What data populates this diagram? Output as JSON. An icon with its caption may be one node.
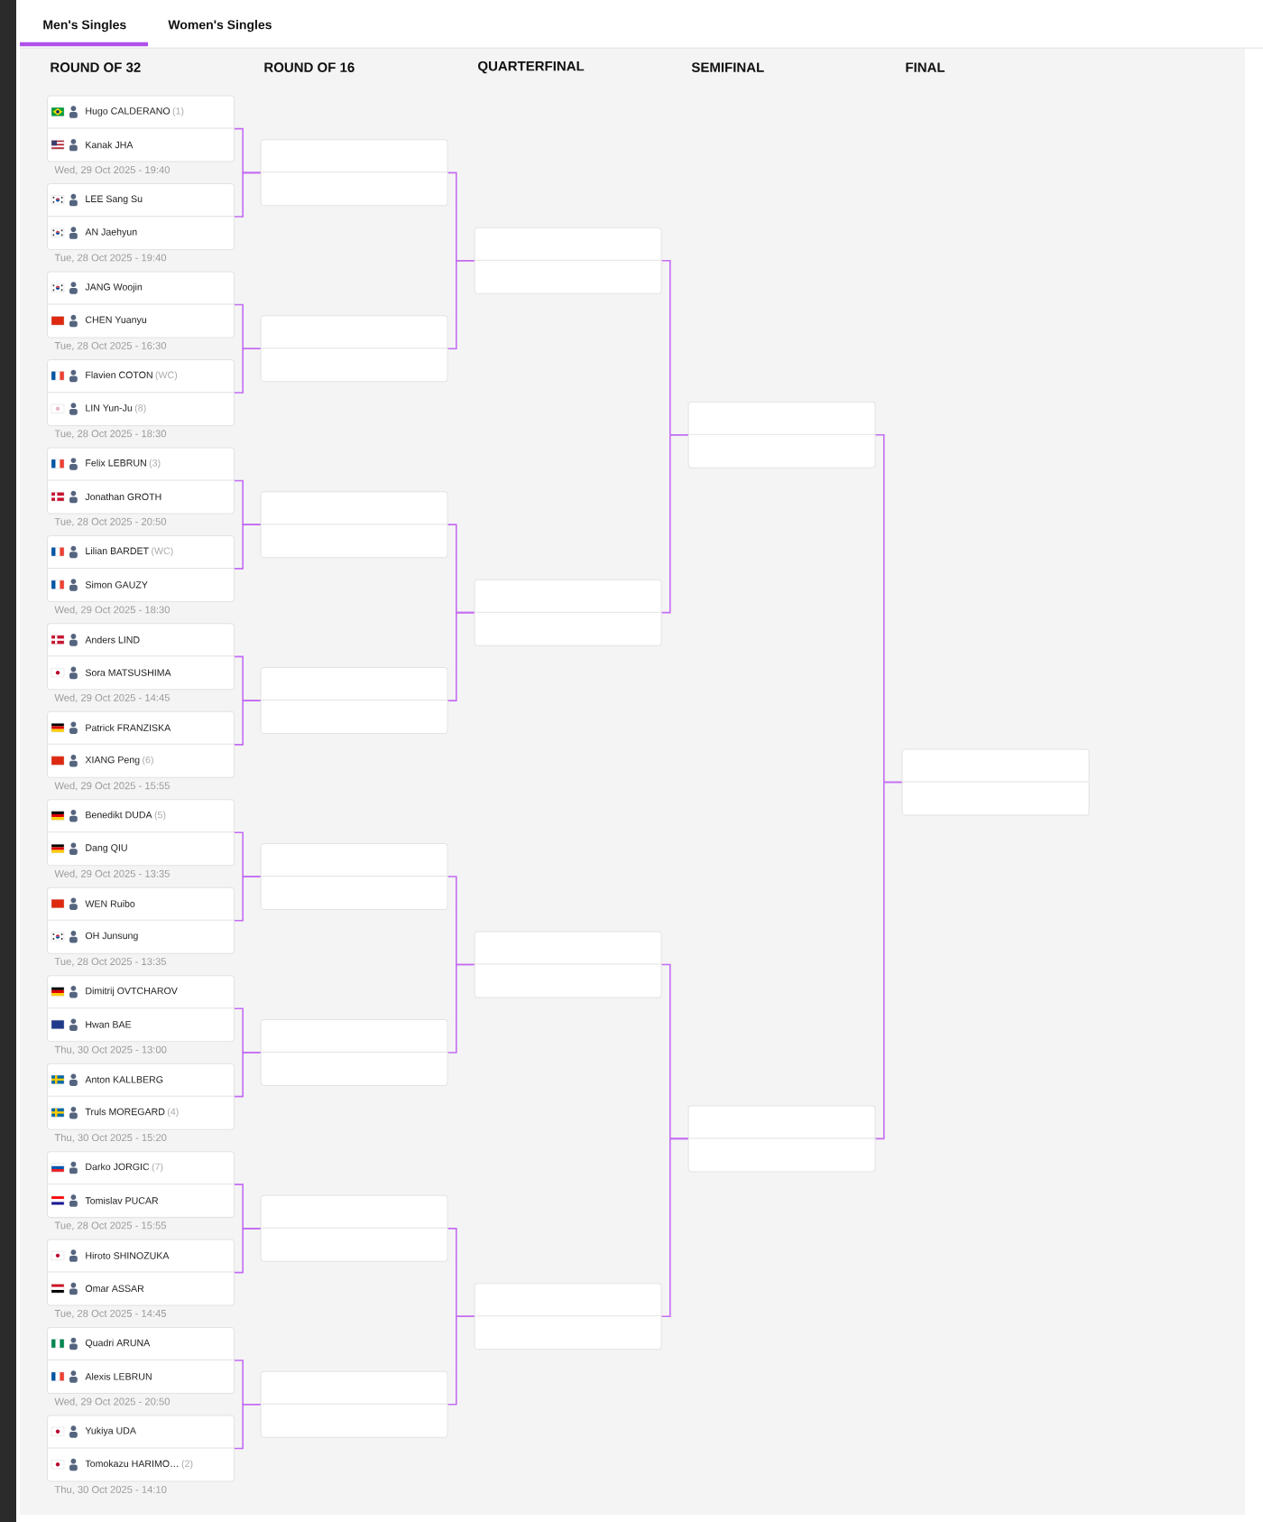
{
  "diagram": {
    "nodes": [
      {
        "text": [],
        "shape": "box",
        "beside": [
          "Wed, 29 Oct 2025 - 19:40"
        ]
      },
      {
        "text": [
          "Hugo CALDERANO",
          "(1)"
        ],
        "in": 0
      },
      {
        "text": [
          "Kanak JHA"
        ],
        "in": 0
      },
      {
        "text": [],
        "shape": "box",
        "beside": [
          "Tue, 28 Oct 2025 - 19:40"
        ]
      },
      {
        "text": [
          "LEE Sang Su"
        ],
        "in": 3
      },
      {
        "text": [
          "AN Jaehyun"
        ],
        "in": 3
      },
      {
        "text": [],
        "shape": "box",
        "beside": [
          "Tue, 28 Oct 2025 - 16:30"
        ]
      },
      {
        "text": [
          "JANG Woojin"
        ],
        "in": 6
      },
      {
        "text": [
          "CHEN Yuanyu"
        ],
        "in": 6
      },
      {
        "text": [],
        "shape": "box",
        "beside": [
          "Tue, 28 Oct 2025 - 18:30"
        ]
      },
      {
        "text": [
          "Flavien COTON",
          "(WC)"
        ],
        "in": 9
      },
      {
        "text": [
          "LIN Yun-Ju",
          "(8)"
        ],
        "in": 9
      },
      {
        "text": [],
        "shape": "box",
        "beside": [
          "Tue, 28 Oct 2025 - 20:50"
        ]
      },
      {
        "text": [
          "Felix LEBRUN",
          "(3)"
        ],
        "in": 12
      },
      {
        "text": [
          "Jonathan GROTH"
        ],
        "in": 12
      },
      {
        "text": [],
        "shape": "box",
        "beside": [
          "Wed, 29 Oct 2025 - 18:30"
        ]
      },
      {
        "text": [
          "Lilian BARDET",
          "(WC)"
        ],
        "in": 15
      },
      {
        "text": [
          "Simon GAUZY"
        ],
        "in": 15
      },
      {
        "text": [],
        "shape": "box",
        "beside": [
          "Wed, 29 Oct 2025 - 14:45"
        ]
      },
      {
        "text": [
          "Anders LIND"
        ],
        "in": 18
      },
      {
        "text": [
          "Sora MATSUSHIMA"
        ],
        "in": 18
      },
      {
        "text": [],
        "shape": "box",
        "beside": [
          "Wed, 29 Oct 2025 - 15:55"
        ]
      },
      {
        "text": [
          "Patrick FRANZISKA"
        ],
        "in": 21
      },
      {
        "text": [
          "XIANG Peng",
          "(6)"
        ],
        "in": 21
      },
      {
        "text": [],
        "shape": "box",
        "beside": [
          "Wed, 29 Oct 2025 - 13:35"
        ]
      },
      {
        "text": [
          "Benedikt DUDA",
          "(5)"
        ],
        "in": 24
      },
      {
        "text": [
          "Dang QIU"
        ],
        "in": 24
      },
      {
        "text": [],
        "shape": "box",
        "beside": [
          "Tue, 28 Oct 2025 - 13:35"
        ]
      },
      {
        "text": [
          "WEN Ruibo"
        ],
        "in": 27
      },
      {
        "text": [
          "OH Junsung"
        ],
        "in": 27
      },
      {
        "text": [],
        "shape": "box",
        "beside": [
          "Thu, 30 Oct 2025 - 13:00"
        ]
      },
      {
        "text": [
          "Dimitrij OVTCHAROV"
        ],
        "in": 30
      },
      {
        "text": [
          "Hwan BAE"
        ],
        "in": 30
      },
      {
        "text": [],
        "shape": "box",
        "beside": [
          "Thu, 30 Oct 2025 - 15:20"
        ]
      },
      {
        "text": [
          "Anton KALLBERG"
        ],
        "in": 33
      },
      {
        "text": [
          "Truls MOREGARD",
          "(4)"
        ],
        "in": 33
      },
      {
        "text": [],
        "shape": "box",
        "beside": [
          "Tue, 28 Oct 2025 - 15:55"
        ]
      },
      {
        "text": [
          "Darko JORGIC",
          "(7)"
        ],
        "in": 36
      },
      {
        "text": [
          "Tomislav PUCAR"
        ],
        "in": 36
      },
      {
        "text": [],
        "shape": "box",
        "beside": [
          "Tue, 28 Oct 2025 - 14:45"
        ]
      },
      {
        "text": [
          "Hiroto SHINOZUKA"
        ],
        "in": 39
      },
      {
        "text": [
          "Omar ASSAR"
        ],
        "in": 39
      },
      {
        "text": [],
        "shape": "box",
        "beside": [
          "Wed, 29 Oct 2025 - 20:50"
        ]
      },
      {
        "text": [
          "Quadri ARUNA"
        ],
        "in": 42
      },
      {
        "text": [
          "Alexis LEBRUN"
        ],
        "in": 42
      },
      {
        "text": [],
        "shape": "box",
        "beside": [
          "Thu, 30 Oct 2025 - 14:10"
        ]
      },
      {
        "text": [
          "Yukiya UDA"
        ],
        "in": 45
      },
      {
        "text": [
          "Tomokazu HARIMO…",
          "(2)"
        ],
        "in": 45
      },
      {
        "text": [],
        "shape": "box"
      },
      {
        "text": [],
        "shape": "box"
      },
      {
        "text": [],
        "shape": "box"
      },
      {
        "text": [],
        "shape": "box"
      },
      {
        "text": [],
        "shape": "box"
      },
      {
        "text": [],
        "shape": "box"
      },
      {
        "text": [],
        "shape": "box"
      },
      {
        "text": [],
        "shape": "box"
      },
      {
        "text": [],
        "shape": "box"
      },
      {
        "text": [],
        "shape": "box"
      },
      {
        "text": [],
        "shape": "box"
      },
      {
        "text": [],
        "shape": "box"
      },
      {
        "text": [],
        "shape": "box"
      },
      {
        "text": [],
        "shape": "box"
      },
      {
        "text": [],
        "shape": "box"
      }
    ],
    "edges": [
      {
        "from": 0,
        "to": 48,
        "arrow": "none"
      },
      {
        "from": 3,
        "to": 48,
        "arrow": "none"
      },
      {
        "from": 6,
        "to": 49,
        "arrow": "none"
      },
      {
        "from": 9,
        "to": 49,
        "arrow": "none"
      },
      {
        "from": 12,
        "to": 50,
        "arrow": "none"
      },
      {
        "from": 15,
        "to": 50,
        "arrow": "none"
      },
      {
        "from": 18,
        "to": 51,
        "arrow": "none"
      },
      {
        "from": 21,
        "to": 51,
        "arrow": "none"
      },
      {
        "from": 24,
        "to": 52,
        "arrow": "none"
      },
      {
        "from": 27,
        "to": 52,
        "arrow": "none"
      },
      {
        "from": 30,
        "to": 53,
        "arrow": "none"
      },
      {
        "from": 33,
        "to": 53,
        "arrow": "none"
      },
      {
        "from": 36,
        "to": 54,
        "arrow": "none"
      },
      {
        "from": 39,
        "to": 54,
        "arrow": "none"
      },
      {
        "from": 42,
        "to": 55,
        "arrow": "none"
      },
      {
        "from": 45,
        "to": 55,
        "arrow": "none"
      },
      {
        "from": 48,
        "to": 56,
        "arrow": "none"
      },
      {
        "from": 49,
        "to": 56,
        "arrow": "none"
      },
      {
        "from": 50,
        "to": 57,
        "arrow": "none"
      },
      {
        "from": 51,
        "to": 57,
        "arrow": "none"
      },
      {
        "from": 52,
        "to": 58,
        "arrow": "none"
      },
      {
        "from": 53,
        "to": 58,
        "arrow": "none"
      },
      {
        "from": 54,
        "to": 59,
        "arrow": "none"
      },
      {
        "from": 55,
        "to": 59,
        "arrow": "none"
      },
      {
        "from": 56,
        "to": 60,
        "arrow": "none"
      },
      {
        "from": 57,
        "to": 60,
        "arrow": "none"
      },
      {
        "from": 58,
        "to": 61,
        "arrow": "none"
      },
      {
        "from": 59,
        "to": 61,
        "arrow": "none"
      },
      {
        "from": 60,
        "to": 62,
        "arrow": "none"
      },
      {
        "from": 61,
        "to": 62,
        "arrow": "none"
      }
    ],
    "labels": [
      "Men's Singles",
      "Women's Singles",
      "ROUND OF 32",
      "ROUND OF 16",
      "QUARTERFINAL",
      "SEMIFINAL",
      "FINAL"
    ]
  }
}
